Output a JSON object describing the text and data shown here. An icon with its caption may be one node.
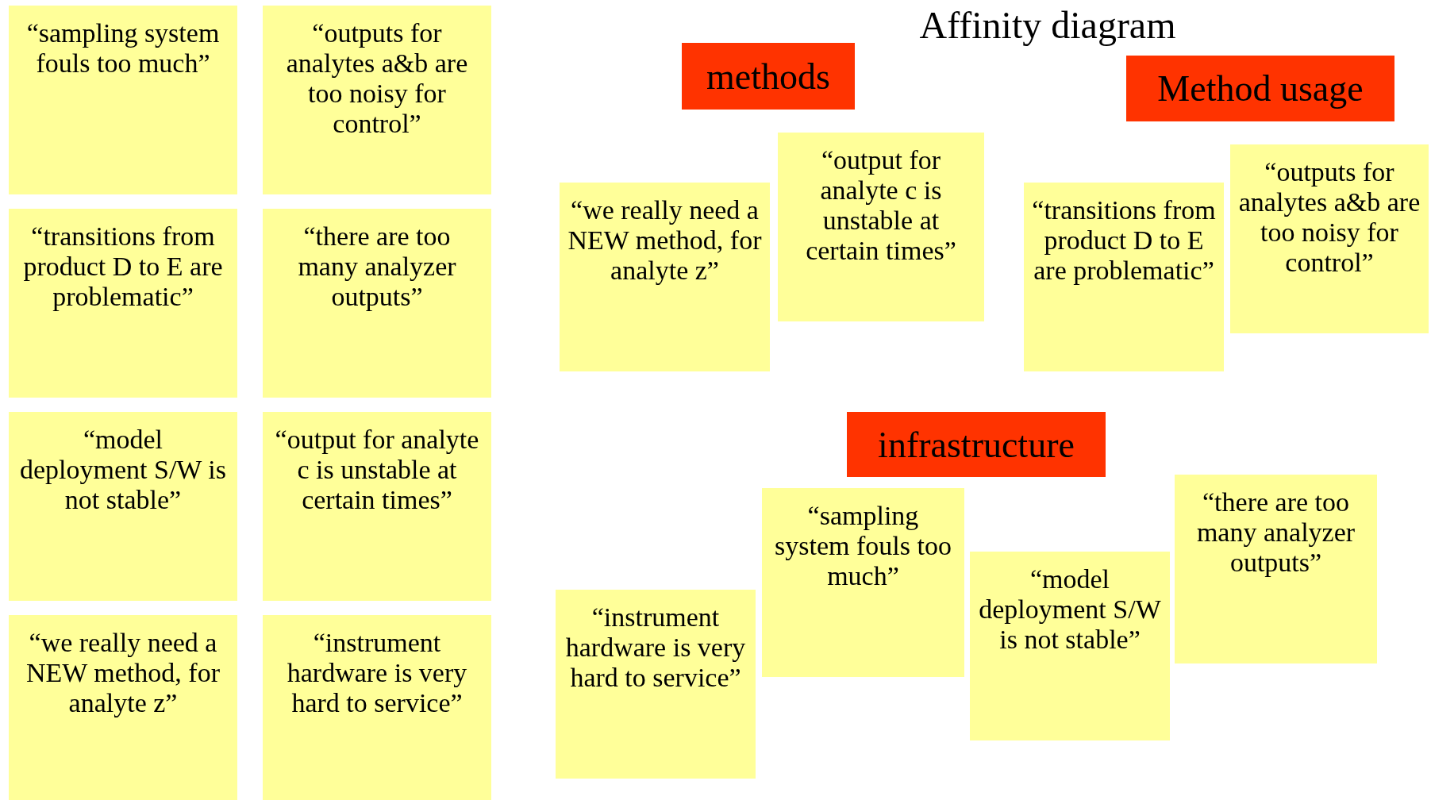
{
  "diagram": {
    "title": "Affinity diagram",
    "nodes": [
      {
        "text": [
          "“sampling system fouls too much”"
        ]
      },
      {
        "text": [
          "“outputs for analytes a&b are too noisy for control”"
        ]
      },
      {
        "text": [
          "“transitions from product D to E are problematic”"
        ]
      },
      {
        "text": [
          "“there are too many analyzer outputs”"
        ]
      },
      {
        "text": [
          "“model deployment S/W is not stable”"
        ]
      },
      {
        "text": [
          "“output for analyte c is unstable at certain times”"
        ]
      },
      {
        "text": [
          "“we really need a NEW method, for analyte z”"
        ]
      },
      {
        "text": [
          "“instrument hardware is very hard to service”"
        ]
      },
      {
        "text": [
          "methods"
        ]
      },
      {
        "text": [
          "Method usage"
        ]
      },
      {
        "text": [
          "“output for analyte c is unstable at certain times”"
        ]
      },
      {
        "text": [
          "“we really need a NEW method, for analyte z”"
        ]
      },
      {
        "text": [
          "“outputs for analytes a&b are too noisy for control”"
        ]
      },
      {
        "text": [
          "“transitions from product D to E are problematic”"
        ]
      },
      {
        "text": [
          "infrastructure"
        ]
      },
      {
        "text": [
          "“sampling system fouls too much”"
        ]
      },
      {
        "text": [
          "“there are too many analyzer outputs”"
        ]
      },
      {
        "text": [
          "“model deployment S/W is not stable”"
        ]
      },
      {
        "text": [
          "“instrument hardware is very hard to service”"
        ]
      }
    ],
    "edges": []
  }
}
